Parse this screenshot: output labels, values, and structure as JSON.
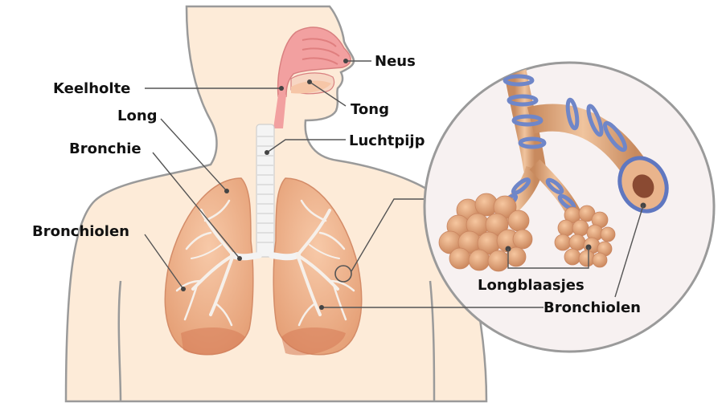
{
  "labels": {
    "neus": "Neus",
    "keelholte": "Keelholte",
    "tong": "Tong",
    "long": "Long",
    "luchtpijp": "Luchtpijp",
    "bronchie": "Bronchie",
    "bronchiolen_left": "Bronchiolen",
    "longblaasjes": "Longblaasjes",
    "bronchiolen_right": "Bronchiolen"
  },
  "colors": {
    "skin": "#fdebd8",
    "outline": "#9a9a9a",
    "nasal": "#f2a0a0",
    "lung_fill": "#f0b48e",
    "lung_dark": "#c9714d",
    "trachea": "#f3f3f3",
    "alveoli": "#e8a878",
    "ring_blue": "#6f86c8",
    "zoom_circle_bg": "#f7f1f1"
  }
}
